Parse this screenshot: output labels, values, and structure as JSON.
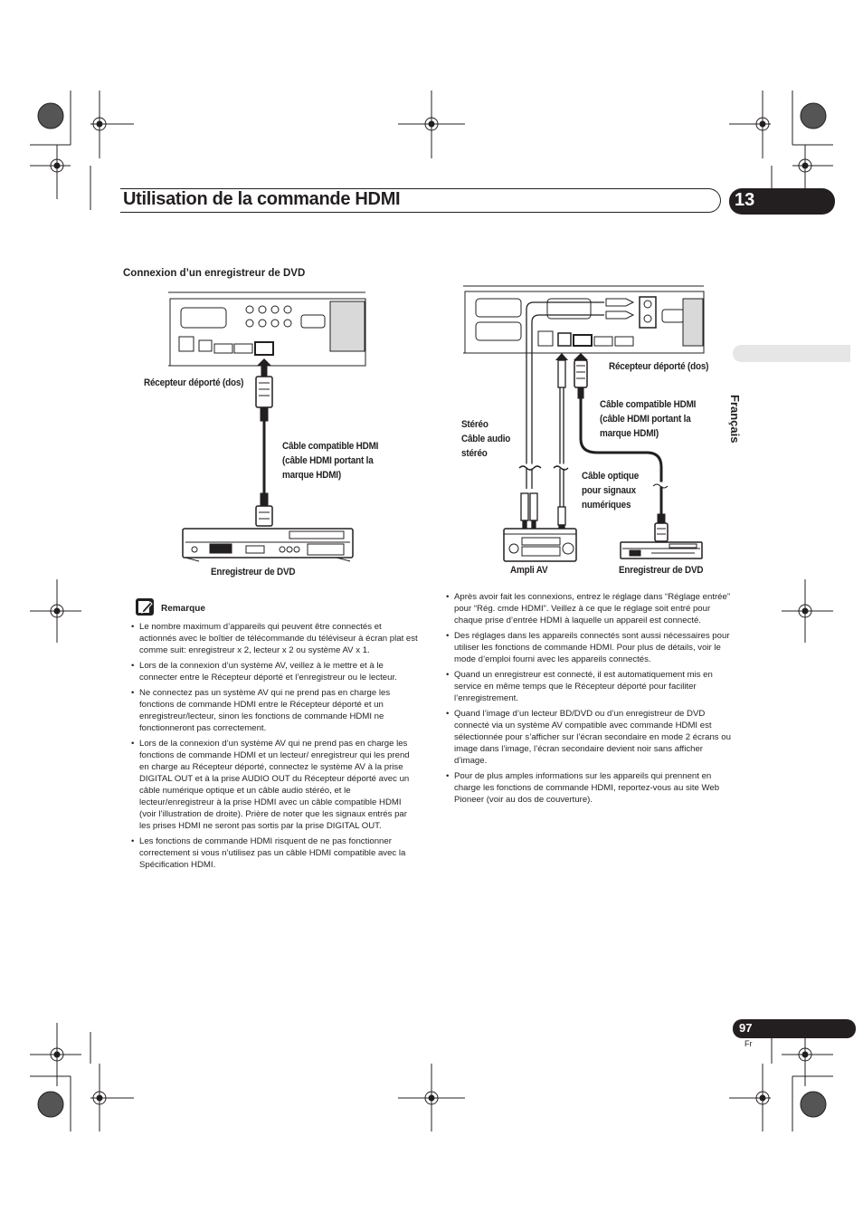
{
  "header": {
    "title": "Utilisation de la commande HDMI",
    "chapter_number": "13"
  },
  "side_tab": {
    "language": "Français"
  },
  "footer": {
    "page_number": "97",
    "lang_code": "Fr"
  },
  "section": {
    "heading": "Connexion d’un enregistreur de DVD"
  },
  "left_diagram": {
    "receiver_label": "Récepteur déporté (dos)",
    "cable_label_1": "Câble compatible HDMI",
    "cable_label_2": "(câble HDMI portant la",
    "cable_label_3": "marque HDMI)",
    "recorder_label": "Enregistreur de DVD"
  },
  "right_diagram": {
    "receiver_label": "Récepteur déporté (dos)",
    "cable_label_1": "Câble compatible HDMI",
    "cable_label_2": "(câble HDMI portant la",
    "cable_label_3": "marque HDMI)",
    "stereo_label_1": "Stéréo",
    "stereo_label_2": "Câble audio",
    "stereo_label_3": "stéréo",
    "optical_label_1": "Câble optique",
    "optical_label_2": "pour signaux",
    "optical_label_3": "numériques",
    "amp_label": "Ampli AV",
    "recorder_label": "Enregistreur de DVD"
  },
  "note": {
    "label": "Remarque",
    "items": [
      "Le nombre maximum d’appareils qui peuvent être connectés et actionnés avec le boîtier de télécommande du téléviseur à écran plat est comme suit: enregistreur x 2, lecteur x 2 ou système AV x 1.",
      "Lors de la connexion d’un système AV, veillez à le mettre et à le connecter entre le Récepteur déporté et l’enregistreur ou le lecteur.",
      "Ne connectez pas un système AV qui ne prend pas en charge les fonctions de commande HDMI entre le Récepteur déporté et un enregistreur/lecteur, sinon les fonctions de commande HDMI ne fonctionneront pas correctement.",
      "Lors de la connexion d’un système AV qui ne prend pas en charge les fonctions de commande HDMI et un lecteur/ enregistreur qui les prend en charge au Récepteur déporté, connectez le système AV à la prise DIGITAL OUT et à la prise AUDIO OUT du Récepteur déporté avec un câble numérique optique et un câble audio stéréo, et le lecteur/enregistreur à la prise HDMI avec un câble compatible HDMI (voir l’illustration de droite). Prière de noter que les signaux entrés par les prises HDMI ne seront pas sortis par la prise DIGITAL OUT.",
      "Les fonctions de commande HDMI risquent de ne pas fonctionner correctement si vous n’utilisez pas un câble HDMI compatible avec la Spécification HDMI."
    ]
  },
  "right_notes": {
    "items": [
      "Après avoir fait les connexions, entrez le réglage dans “Réglage entrée” pour “Rég. cmde HDMI”. Veillez à ce que le réglage soit entré pour chaque prise d’entrée HDMI à laquelle un appareil est connecté.",
      "Des réglages dans les appareils connectés sont aussi nécessaires pour utiliser les fonctions de commande HDMI. Pour plus de détails, voir le mode d’emploi fourni avec les appareils connectés.",
      "Quand un enregistreur est connecté, il est automatiquement mis en service en même temps que le Récepteur déporté pour faciliter l’enregistrement.",
      "Quand l’image d’un lecteur BD/DVD ou d’un enregistreur de DVD connecté via un système AV compatible avec commande HDMI est sélectionnée pour s’afficher sur l’écran secondaire en mode 2 écrans ou image dans l’image, l’écran secondaire devient noir sans afficher d’image.",
      "Pour de plus amples informations sur les appareils qui prennent en charge les fonctions de commande HDMI, reportez-vous au site Web Pioneer (voir au dos de couverture)."
    ]
  },
  "colors": {
    "ink": "#231f20",
    "tab_gray": "#e6e6e6",
    "device_gray": "#d9d9d9"
  }
}
